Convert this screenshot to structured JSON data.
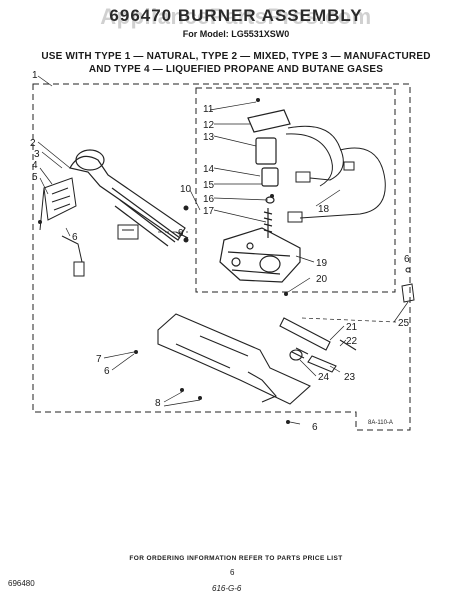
{
  "header": {
    "title": "696470 BURNER ASSEMBLY",
    "watermark": "AppliancePartsPros.com",
    "model_line": "For Model: LG5531XSW0",
    "use_line_1": "USE WITH TYPE 1 — NATURAL, TYPE 2 — MIXED, TYPE 3 — MANUFACTURED",
    "use_line_2": "AND TYPE 4 — LIQUEFIED PROPANE AND BUTANE GASES"
  },
  "diagram": {
    "callouts": [
      "1",
      "2",
      "3",
      "4",
      "5",
      "6",
      "7",
      "6",
      "8",
      "6",
      "10",
      "9",
      "11",
      "12",
      "13",
      "14",
      "15",
      "16",
      "17",
      "18",
      "19",
      "20",
      "21",
      "22",
      "23",
      "24",
      "6",
      "25"
    ],
    "drawing_code": "8A-110-A"
  },
  "footer": {
    "order_note": "FOR ORDERING INFORMATION REFER TO PARTS PRICE LIST",
    "doc_number": "696480",
    "page_number": "6",
    "handwritten": "616-G-6"
  }
}
